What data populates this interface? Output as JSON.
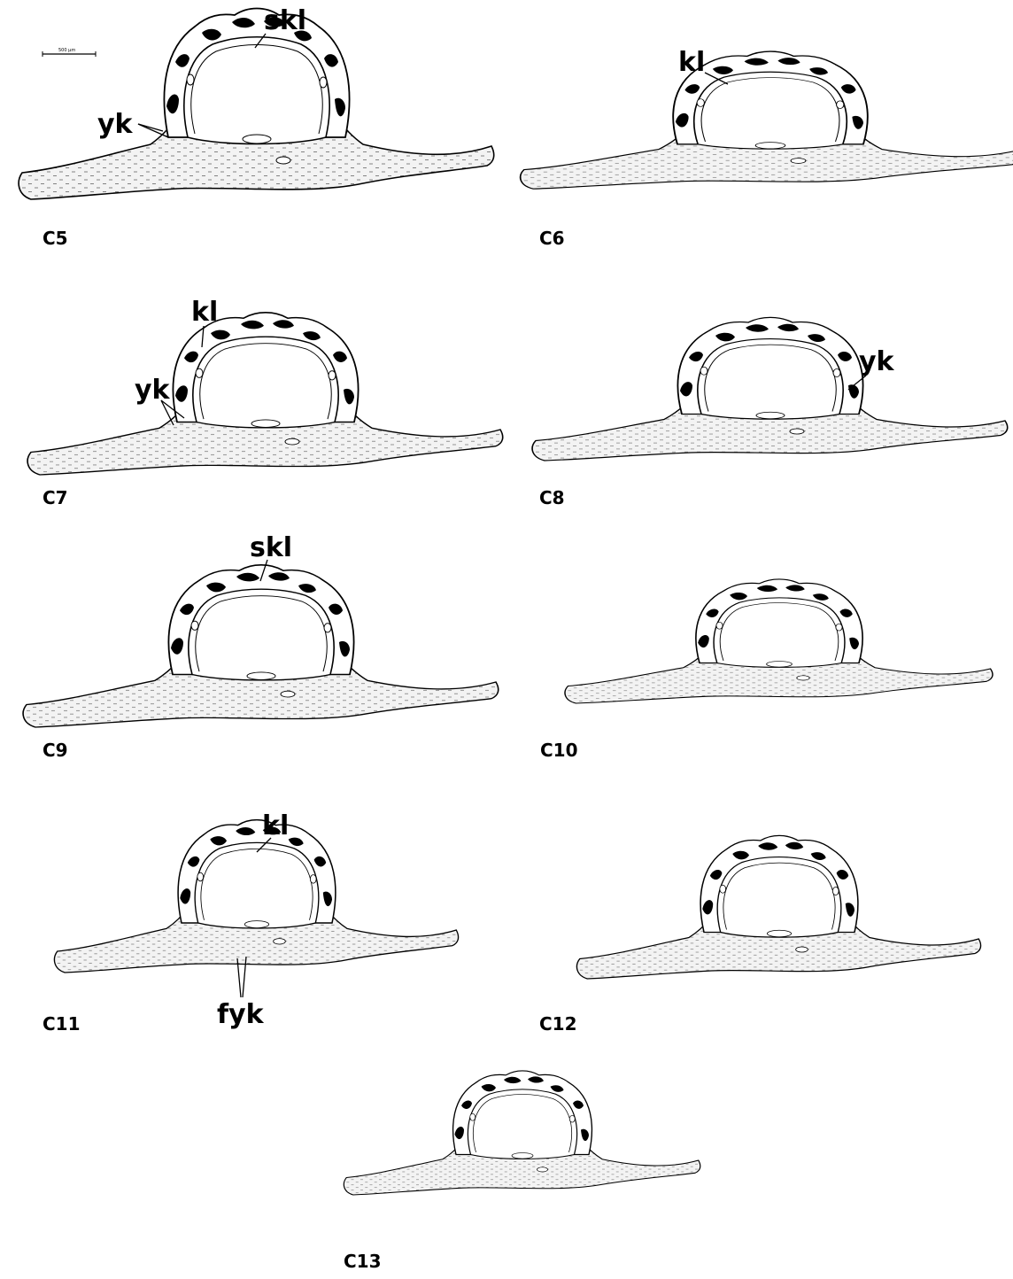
{
  "figure": {
    "scale_bar_label": "500 µm",
    "panels": [
      {
        "id": "C5",
        "label": "C5"
      },
      {
        "id": "C6",
        "label": "C6"
      },
      {
        "id": "C7",
        "label": "C7"
      },
      {
        "id": "C8",
        "label": "C8"
      },
      {
        "id": "C9",
        "label": "C9"
      },
      {
        "id": "C10",
        "label": "C10"
      },
      {
        "id": "C11",
        "label": "C11"
      },
      {
        "id": "C12",
        "label": "C12"
      },
      {
        "id": "C13",
        "label": "C13"
      }
    ],
    "annotations": {
      "skl": "skl",
      "kl": "kl",
      "yk": "yk",
      "fyk": "fyk"
    }
  }
}
